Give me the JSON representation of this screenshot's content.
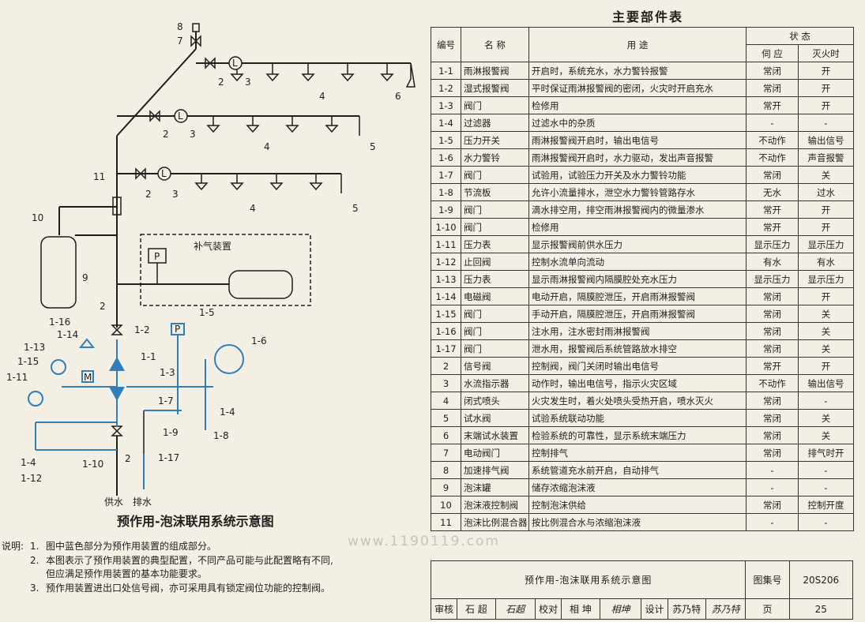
{
  "parts_table": {
    "title": "主要部件表",
    "headers": {
      "no": "编号",
      "name": "名 称",
      "use": "用 途",
      "state": "状 态",
      "standby": "伺 应",
      "fire": "灭火时"
    },
    "rows": [
      {
        "no": "1-1",
        "name": "雨淋报警阀",
        "use": "开启时，系统充水，水力警铃报警",
        "standby": "常闭",
        "fire": "开"
      },
      {
        "no": "1-2",
        "name": "湿式报警阀",
        "use": "平时保证雨淋报警阀的密闭，火灾时开启充水",
        "standby": "常闭",
        "fire": "开"
      },
      {
        "no": "1-3",
        "name": "阀门",
        "use": "检修用",
        "standby": "常开",
        "fire": "开"
      },
      {
        "no": "1-4",
        "name": "过滤器",
        "use": "过滤水中的杂质",
        "standby": "-",
        "fire": "-"
      },
      {
        "no": "1-5",
        "name": "压力开关",
        "use": "雨淋报警阀开启时，输出电信号",
        "standby": "不动作",
        "fire": "输出信号"
      },
      {
        "no": "1-6",
        "name": "水力警铃",
        "use": "雨淋报警阀开启时，水力驱动，发出声音报警",
        "standby": "不动作",
        "fire": "声音报警"
      },
      {
        "no": "1-7",
        "name": "阀门",
        "use": "试验用，试验压力开关及水力警铃功能",
        "standby": "常闭",
        "fire": "关"
      },
      {
        "no": "1-8",
        "name": "节流板",
        "use": "允许小流量排水，泄空水力警铃管路存水",
        "standby": "无水",
        "fire": "过水"
      },
      {
        "no": "1-9",
        "name": "阀门",
        "use": "滴水排空用，排空雨淋报警阀内的微量渗水",
        "standby": "常开",
        "fire": "开"
      },
      {
        "no": "1-10",
        "name": "阀门",
        "use": "检修用",
        "standby": "常开",
        "fire": "开"
      },
      {
        "no": "1-11",
        "name": "压力表",
        "use": "显示报警阀前供水压力",
        "standby": "显示压力",
        "fire": "显示压力"
      },
      {
        "no": "1-12",
        "name": "止回阀",
        "use": "控制水流单向流动",
        "standby": "有水",
        "fire": "有水"
      },
      {
        "no": "1-13",
        "name": "压力表",
        "use": "显示雨淋报警阀内隔膜腔处充水压力",
        "standby": "显示压力",
        "fire": "显示压力"
      },
      {
        "no": "1-14",
        "name": "电磁阀",
        "use": "电动开启，隔膜腔泄压，开启雨淋报警阀",
        "standby": "常闭",
        "fire": "开"
      },
      {
        "no": "1-15",
        "name": "阀门",
        "use": "手动开启，隔膜腔泄压，开启雨淋报警阀",
        "standby": "常闭",
        "fire": "关"
      },
      {
        "no": "1-16",
        "name": "阀门",
        "use": "注水用，注水密封雨淋报警阀",
        "standby": "常闭",
        "fire": "关"
      },
      {
        "no": "1-17",
        "name": "阀门",
        "use": "泄水用，报警阀后系统管路放水排空",
        "standby": "常闭",
        "fire": "关"
      },
      {
        "no": "2",
        "name": "信号阀",
        "use": "控制阀，阀门关闭时输出电信号",
        "standby": "常开",
        "fire": "开"
      },
      {
        "no": "3",
        "name": "水流指示器",
        "use": "动作时，输出电信号，指示火灾区域",
        "standby": "不动作",
        "fire": "输出信号"
      },
      {
        "no": "4",
        "name": "闭式喷头",
        "use": "火灾发生时，着火处喷头受热开启，喷水灭火",
        "standby": "常闭",
        "fire": "-"
      },
      {
        "no": "5",
        "name": "试水阀",
        "use": "试验系统联动功能",
        "standby": "常闭",
        "fire": "关"
      },
      {
        "no": "6",
        "name": "末端试水装置",
        "use": "检验系统的可靠性，显示系统末端压力",
        "standby": "常闭",
        "fire": "关"
      },
      {
        "no": "7",
        "name": "电动阀门",
        "use": "控制排气",
        "standby": "常闭",
        "fire": "排气时开"
      },
      {
        "no": "8",
        "name": "加速排气阀",
        "use": "系统管道充水前开启，自动排气",
        "standby": "-",
        "fire": "-"
      },
      {
        "no": "9",
        "name": "泡沫罐",
        "use": "储存浓缩泡沫液",
        "standby": "-",
        "fire": "-"
      },
      {
        "no": "10",
        "name": "泡沫液控制阀",
        "use": "控制泡沫供给",
        "standby": "常闭",
        "fire": "控制开度"
      },
      {
        "no": "11",
        "name": "泡沫比例混合器",
        "use": "按比例混合水与浓缩泡沫液",
        "standby": "-",
        "fire": "-"
      }
    ]
  },
  "diagram": {
    "title": "预作用-泡沫联用系统示意图",
    "air_supply_label": "补气装置",
    "supply_label": "供水",
    "drain_label": "排水",
    "pressure_symbol": "P",
    "flow_symbol": "L",
    "solenoid_symbol": "M",
    "labels": [
      "8",
      "7",
      "2",
      "3",
      "4",
      "6",
      "2",
      "3",
      "4",
      "5",
      "11",
      "2",
      "3",
      "4",
      "5",
      "10",
      "9",
      "2",
      "1-2",
      "1-5",
      "1-6",
      "1-16",
      "1-14",
      "1-1",
      "1-13",
      "1-15",
      "1-3",
      "1-11",
      "1-7",
      "1-4",
      "1-9",
      "1-8",
      "1-4",
      "1-12",
      "1-10",
      "2",
      "1-17"
    ]
  },
  "notes": {
    "head": "说明:",
    "items": [
      {
        "num": "1.",
        "text": "图中蓝色部分为预作用装置的组成部分。"
      },
      {
        "num": "2.",
        "text": "本图表示了预作用装置的典型配置，不同产品可能与此配置略有不同,"
      },
      {
        "num": "",
        "text": "但应满足预作用装置的基本功能要求。"
      },
      {
        "num": "3.",
        "text": "预作用装置进出口处信号阀，亦可采用具有锁定阀位功能的控制阀。"
      }
    ]
  },
  "title_block": {
    "title": "预作用-泡沫联用系统示意图",
    "atlas_label": "图集号",
    "atlas_no": "20S206",
    "review_label": "审核",
    "reviewer": "石 超",
    "reviewer_sign": "石超",
    "check_label": "校对",
    "checker": "相 坤",
    "checker_sign": "相坤",
    "design_label": "设计",
    "designer": "苏乃特",
    "designer_sign": "苏乃特",
    "page_label": "页",
    "page_no": "25"
  },
  "watermark": "www.1190119.com",
  "colors": {
    "blue": "#2f7ebd",
    "ink": "#1e1e1e",
    "paper": "#f3efe4"
  }
}
